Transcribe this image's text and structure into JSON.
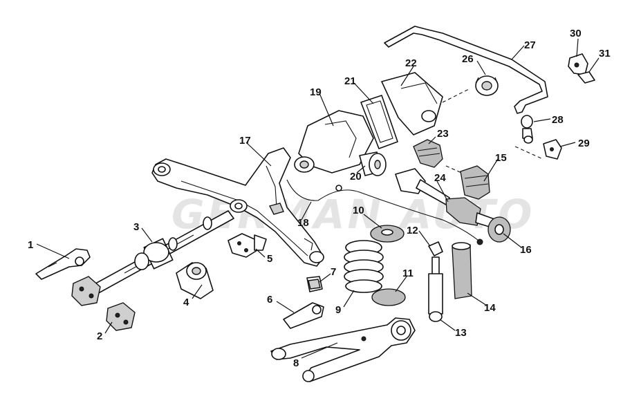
{
  "watermark": "GERMAN AUTO",
  "labels": {
    "p1": "1",
    "p2": "2",
    "p3": "3",
    "p4": "4",
    "p5": "5",
    "p6": "6",
    "p7": "7",
    "p8": "8",
    "p9": "9",
    "p10": "10",
    "p11": "11",
    "p12": "12",
    "p13": "13",
    "p14": "14",
    "p15": "15",
    "p16": "16",
    "p17": "17",
    "p18": "18",
    "p19": "19",
    "p20": "20",
    "p21": "21",
    "p22": "22",
    "p23": "23",
    "p24": "24",
    "p26": "26",
    "p27": "27",
    "p28": "28",
    "p29": "29",
    "p30": "30",
    "p31": "31"
  }
}
